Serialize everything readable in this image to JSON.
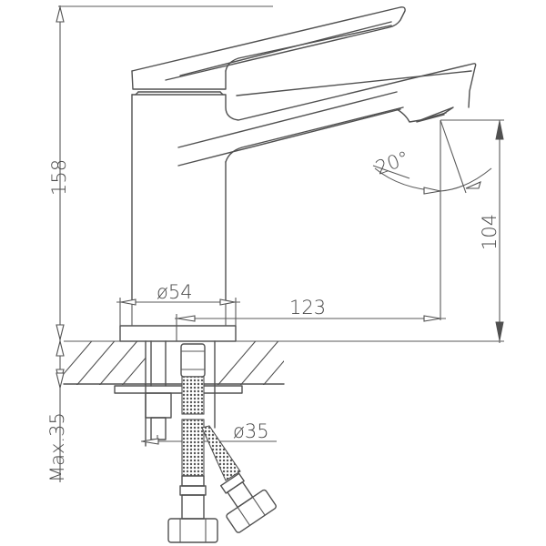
{
  "drawing": {
    "subject": "basin mixer faucet technical drawing",
    "line_color": "#505050",
    "background": "#ffffff"
  },
  "dimensions": {
    "total_height": "158",
    "spout_height": "104",
    "spout_reach": "123",
    "base_diameter": "ø54",
    "hole_diameter": "ø35",
    "max_countertop": "Max.35",
    "spout_angle": "20°"
  }
}
